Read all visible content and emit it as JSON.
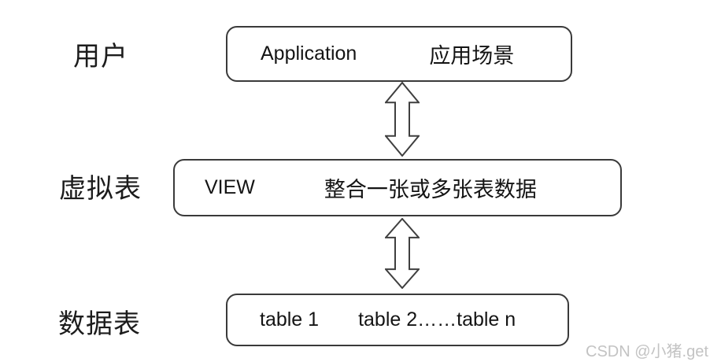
{
  "diagram": {
    "title_none": "",
    "rows": [
      {
        "label": "用户",
        "box": {
          "left_text": "Application",
          "right_text": "应用场景"
        }
      },
      {
        "label": "虚拟表",
        "box": {
          "left_text": "VIEW",
          "right_text": "整合一张或多张表数据"
        }
      },
      {
        "label": "数据表",
        "box": {
          "left_text": "table 1",
          "right_text": "table 2……table n"
        }
      }
    ],
    "arrows": [
      {
        "type": "bidirectional-vertical"
      },
      {
        "type": "bidirectional-vertical"
      }
    ],
    "watermark": "CSDN @小猪.get",
    "colors": {
      "background": "#ffffff",
      "box_border": "#3a3a3a",
      "text": "#141414",
      "watermark": "#c3c3c3"
    }
  }
}
